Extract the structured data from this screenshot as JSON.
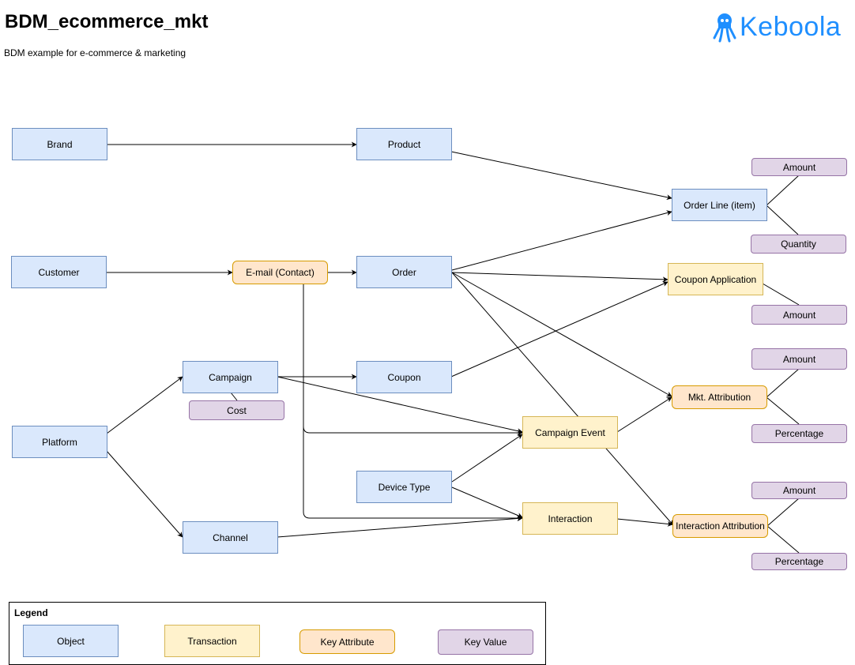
{
  "header": {
    "title": "BDM_ecommerce_mkt",
    "subtitle": "BDM example for e-commerce & marketing",
    "logo_text": "Keboola",
    "logo_color": "#1f8fff"
  },
  "nodes": {
    "brand": "Brand",
    "product": "Product",
    "customer": "Customer",
    "email": "E-mail (Contact)",
    "order": "Order",
    "campaign": "Campaign",
    "cost": "Cost",
    "coupon": "Coupon",
    "platform": "Platform",
    "device_type": "Device Type",
    "channel": "Channel",
    "order_line": "Order Line (item)",
    "amount_1": "Amount",
    "quantity": "Quantity",
    "coupon_application": "Coupon Application",
    "amount_2": "Amount",
    "amount_3": "Amount",
    "mkt_attribution": "Mkt. Attribution",
    "percentage_1": "Percentage",
    "campaign_event": "Campaign Event",
    "interaction": "Interaction",
    "amount_4": "Amount",
    "interaction_attribution": "Interaction Attribution",
    "percentage_2": "Percentage"
  },
  "legend": {
    "title": "Legend",
    "object": "Object",
    "transaction": "Transaction",
    "key_attribute": "Key Attribute",
    "key_value": "Key Value"
  },
  "colors": {
    "object_fill": "#dae8fc",
    "object_stroke": "#6c8ebf",
    "transaction_fill": "#fff2cc",
    "transaction_stroke": "#d6b656",
    "key_attribute_fill": "#ffe6cc",
    "key_attribute_stroke": "#d79b00",
    "key_value_fill": "#e1d5e7",
    "key_value_stroke": "#9673a6"
  }
}
